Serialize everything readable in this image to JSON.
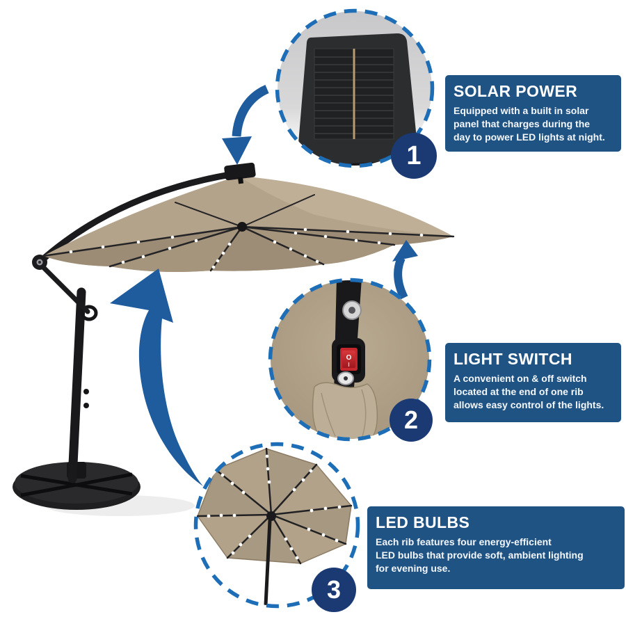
{
  "colors": {
    "ring_blue": "#1e6eb7",
    "arrow_blue": "#1e5c9d",
    "badge_navy": "#1b3a74",
    "textbox_blue": "#1f5384",
    "canopy_tan": "#b3a28a",
    "frame_black": "#1a1a1c"
  },
  "callouts": [
    {
      "number": "1",
      "title": "SOLAR POWER",
      "description": "Equipped with a built in solar\npanel that charges during the\nday to power LED lights at night."
    },
    {
      "number": "2",
      "title": "LIGHT SWITCH",
      "description": "A convenient on & off switch\nlocated at the end of one rib\nallows easy control of the lights."
    },
    {
      "number": "3",
      "title": "LED BULBS",
      "description": "Each rib features four energy-efficient\nLED bulbs that provide soft, ambient lighting\nfor evening use."
    }
  ],
  "light_switch": {
    "off_label": "O",
    "on_label": "I"
  }
}
